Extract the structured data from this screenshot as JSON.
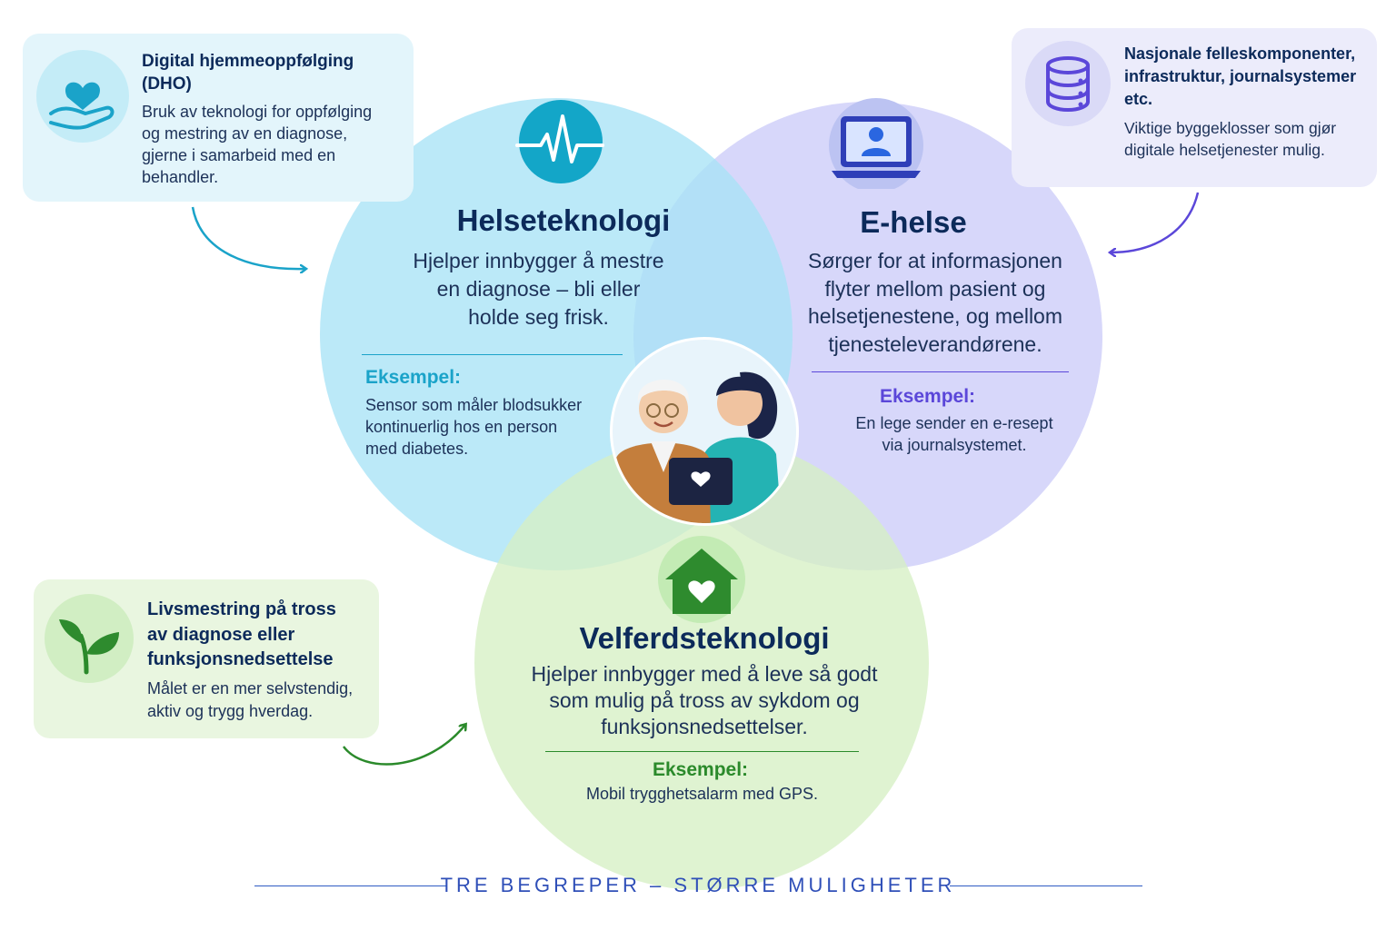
{
  "colors": {
    "helse_circle": "#bfeaf8",
    "ehelse_circle": "#dcdcfa",
    "velferd_circle": "#def3cf",
    "helse_accent": "#1aa3c9",
    "ehelse_accent": "#5b47d9",
    "velferd_accent": "#2b8a2b",
    "footer": "#2f4fb8"
  },
  "helseteknologi": {
    "icon": "heartbeat-icon",
    "title": "Helseteknologi",
    "desc_lines": [
      "Hjelper innbygger å mestre",
      "en diagnose – bli eller",
      "holde seg frisk."
    ],
    "example_label": "Eksempel:",
    "example_lines": [
      "Sensor som måler blodsukker",
      "kontinuerlig hos en person",
      "med diabetes."
    ]
  },
  "ehelse": {
    "icon": "laptop-user-icon",
    "title": "E-helse",
    "desc_lines": [
      "Sørger for at informasjonen",
      "flyter mellom pasient og",
      "helsetjenestene, og mellom",
      "tjenesteleverandørene."
    ],
    "example_label": "Eksempel:",
    "example_lines": [
      "En lege sender en e-resept",
      "via journalsystemet."
    ]
  },
  "velferdsteknologi": {
    "icon": "house-heart-icon",
    "title": "Velferdsteknologi",
    "desc_lines": [
      "Hjelper innbygger med å leve så godt",
      "som mulig på tross av sykdom og",
      "funksjonsnedsettelser."
    ],
    "example_label": "Eksempel:",
    "example_lines": [
      "Mobil trygghetsalarm med GPS."
    ]
  },
  "center": {
    "icon": "elderly-and-nurse-with-tablet-icon"
  },
  "callouts": {
    "dho": {
      "icon": "hand-heart-icon",
      "title_lines": [
        "Digital hjemmeoppfølging",
        "(DHO)"
      ],
      "text_lines": [
        "Bruk av teknologi for oppfølging",
        "og mestring av en diagnose,",
        "gjerne i samarbeid med en",
        "behandler."
      ]
    },
    "nasjonale": {
      "icon": "database-icon",
      "title_lines": [
        "Nasjonale felleskomponenter,",
        "infrastruktur, journalsystemer",
        "etc."
      ],
      "text_lines": [
        "Viktige byggeklosser som gjør",
        "digitale helsetjenester mulig."
      ]
    },
    "livsmestring": {
      "icon": "sprout-icon",
      "title_lines": [
        "Livsmestring på tross",
        "av diagnose eller",
        "funksjonsnedsettelse"
      ],
      "text_lines": [
        "Målet er en mer selvstendig,",
        "aktiv og trygg hverdag."
      ]
    }
  },
  "footer": {
    "text": "TRE BEGREPER – STØRRE MULIGHETER"
  }
}
